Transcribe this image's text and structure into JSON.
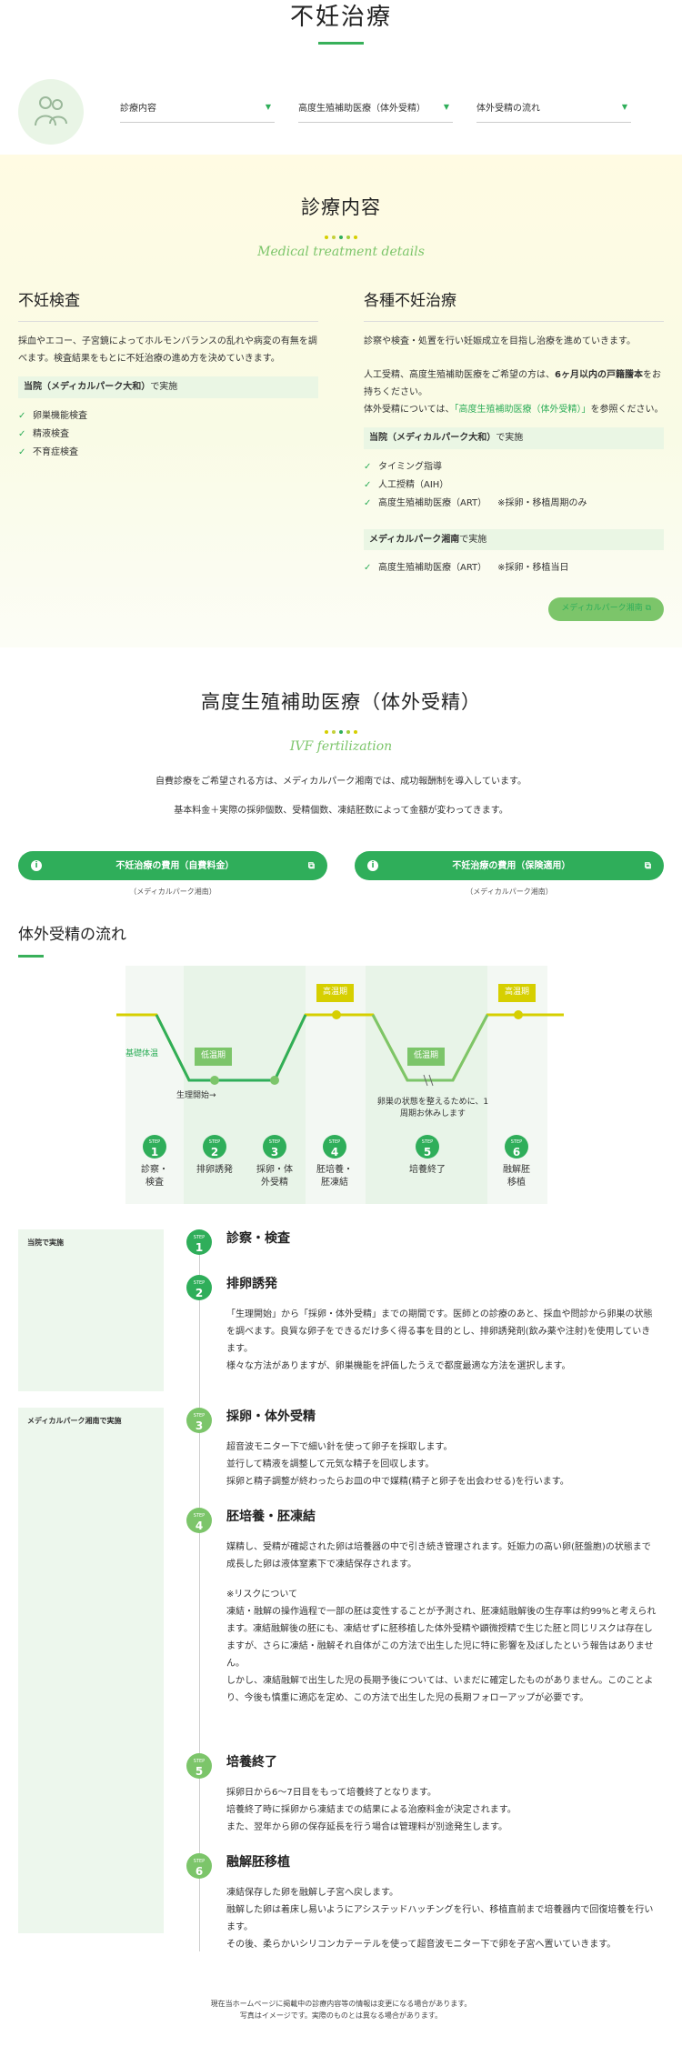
{
  "header": {
    "title": "不妊治療"
  },
  "anchors": [
    {
      "label": "診療内容"
    },
    {
      "label": "高度生殖補助医療（体外受精）"
    },
    {
      "label": "体外受精の流れ"
    }
  ],
  "colors": {
    "green": "#2fae5a",
    "lime": "#a6cf3a",
    "yellow": "#d6cf00",
    "light_green": "#eaf6e4"
  },
  "treatment": {
    "title": "診療内容",
    "script": "Medical treatment details",
    "left": {
      "heading": "不妊検査",
      "desc": "採血やエコー、子宮鏡によってホルモンバランスの乱れや病変の有無を調べます。検査結果をもとに不妊治療の進め方を決めていきます。",
      "hl_bold": "当院（メディカルパーク大和）",
      "hl_rest": "で実施",
      "items": [
        "卵巣機能検査",
        "精液検査",
        "不育症検査"
      ]
    },
    "right": {
      "heading": "各種不妊治療",
      "desc1": "診察や検査・処置を行い妊娠成立を目指し治療を進めていきます。",
      "desc2_a": "人工受精、高度生殖補助医療をご希望の方は、",
      "desc2_b": "6ヶ月以内の戸籍謄本",
      "desc2_c": "をお持ちください。",
      "desc3_a": "体外受精については、",
      "desc3_link": "「高度生殖補助医療（体外受精）」",
      "desc3_b": "を参照ください。",
      "hl1_bold": "当院（メディカルパーク大和）",
      "hl1_rest": "で実施",
      "items1": [
        "タイミング指導",
        "人工授精（AIH）",
        "高度生殖補助医療（ART）"
      ],
      "items1_note": "※採卵・移植周期のみ",
      "hl2_bold": "メディカルパーク湘南",
      "hl2_rest": "で実施",
      "items2": [
        "高度生殖補助医療（ART）"
      ],
      "items2_note": "※採卵・移植当日",
      "button": "メディカルパーク湘南"
    }
  },
  "ivf": {
    "title": "高度生殖補助医療（体外受精）",
    "script": "IVF fertilization",
    "p1": "自費診療をご希望される方は、メディカルパーク湘南では、成功報酬制を導入しています。",
    "p2": "基本料金＋実際の採卵個数、受精個数、凍結胚数によって金額が変わってきます。",
    "buttons": [
      {
        "label": "不妊治療の費用（自費料金）",
        "caption": "（メディカルパーク湘南）"
      },
      {
        "label": "不妊治療の費用（保険適用）",
        "caption": "（メディカルパーク湘南）"
      }
    ]
  },
  "flow": {
    "title": "体外受精の流れ",
    "diagram": {
      "base_temp": "基礎体温",
      "high": "高温期",
      "low": "低温期",
      "start": "生理開始→",
      "rest": "卵巣の状態を整えるために、1周期お休みします",
      "step_word": "STEP",
      "steps": [
        {
          "n": "1",
          "label": "診察・検査"
        },
        {
          "n": "2",
          "label": "排卵誘発"
        },
        {
          "n": "3",
          "label": "採卵・体外受精"
        },
        {
          "n": "4",
          "label": "胚培養・胚凍結"
        },
        {
          "n": "5",
          "label": "培養終了"
        },
        {
          "n": "6",
          "label": "融解胚移植"
        }
      ]
    },
    "groups": [
      {
        "bold": "当院",
        "rest": "で実施"
      },
      {
        "bold": "メディカルパーク湘南",
        "rest": "で実施"
      }
    ],
    "items": [
      {
        "n": "1",
        "title": "診察・検査",
        "paras": []
      },
      {
        "n": "2",
        "title": "排卵誘発",
        "paras": [
          "「生理開始」から「採卵・体外受精」までの期間です。医師との診療のあと、採血や問診から卵巣の状態を調べます。良質な卵子をできるだけ多く得る事を目的とし、排卵誘発剤(飲み薬や注射)を使用していきます。",
          "様々な方法がありますが、卵巣機能を評価したうえで都度最適な方法を選択します。"
        ]
      },
      {
        "n": "3",
        "title": "採卵・体外受精",
        "paras": [
          "超音波モニター下で細い針を使って卵子を採取します。",
          "並行して精液を調整して元気な精子を回収します。",
          "採卵と精子調整が終わったらお皿の中で媒精(精子と卵子を出会わせる)を行います。"
        ]
      },
      {
        "n": "4",
        "title": "胚培養・胚凍結",
        "paras": [
          "媒精し、受精が確認された卵は培養器の中で引き続き管理されます。妊娠力の高い卵(胚盤胞)の状態まで成長した卵は液体窒素下で凍結保存されます。",
          "※リスクについて",
          "凍結・融解の操作過程で一部の胚は変性することが予測され、胚凍結融解後の生存率は約99%と考えられます。凍結融解後の胚にも、凍結せずに胚移植した体外受精や顕微授精で生じた胚と同じリスクは存在しますが、さらに凍結・融解それ自体がこの方法で出生した児に特に影響を及ぼしたという報告はありません。",
          "しかし、凍結融解で出生した児の長期予後については、いまだに確定したものがありません。このことより、今後も慎重に適応を定め、この方法で出生した児の長期フォローアップが必要です。"
        ]
      },
      {
        "n": "5",
        "title": "培養終了",
        "paras": [
          "採卵日から6〜7日目をもって培養終了となります。",
          "培養終了時に採卵から凍結までの結果による治療料金が決定されます。",
          "また、翌年から卵の保存延長を行う場合は管理料が別途発生します。"
        ]
      },
      {
        "n": "6",
        "title": "融解胚移植",
        "paras": [
          "凍結保存した卵を融解し子宮へ戻します。",
          "融解した卵は着床し易いようにアシステッドハッチングを行い、移植直前まで培養器内で回復培養を行います。",
          "その後、柔らかいシリコンカテーテルを使って超音波モニター下で卵を子宮へ置いていきます。"
        ]
      }
    ]
  },
  "footer": {
    "line1": "現在当ホームページに掲載中の診療内容等の情報は変更になる場合があります。",
    "line2": "写真はイメージです。実際のものとは異なる場合があります。"
  }
}
